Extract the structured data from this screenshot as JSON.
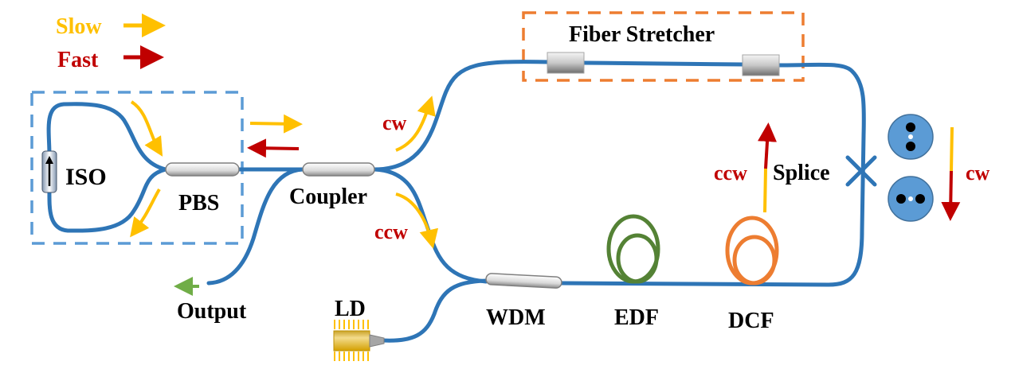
{
  "colors": {
    "fiber": "#2e75b6",
    "slow": "#ffc000",
    "fast": "#c00000",
    "output_arrow": "#70ad47",
    "edf": "#548235",
    "dcf": "#ed7d31",
    "cavity_box": "#5b9bd5",
    "stretcher_box": "#ed7d31",
    "fiber_section": "#5b9bd5",
    "text": "#000000",
    "ld_gold": "#e6b800"
  },
  "legend": {
    "slow_label": "Slow",
    "fast_label": "Fast"
  },
  "labels": {
    "iso": "ISO",
    "pbs": "PBS",
    "coupler": "Coupler",
    "output": "Output",
    "ld": "LD",
    "wdm": "WDM",
    "edf": "EDF",
    "dcf": "DCF",
    "fiber_stretcher": "Fiber Stretcher",
    "splice": "Splice",
    "cw_upper": "cw",
    "ccw_lower": "ccw",
    "ccw_splice": "ccw",
    "cw_splice": "cw"
  },
  "components": [
    {
      "id": "iso",
      "name": "Isolator",
      "icon": "isolator-icon"
    },
    {
      "id": "pbs",
      "name": "Polarization Beam Splitter",
      "icon": "coupler-icon"
    },
    {
      "id": "coupler",
      "name": "Coupler",
      "icon": "coupler-icon"
    },
    {
      "id": "wdm",
      "name": "WDM",
      "icon": "coupler-icon"
    },
    {
      "id": "edf",
      "name": "EDF",
      "icon": "fiber-coil-icon"
    },
    {
      "id": "dcf",
      "name": "DCF",
      "icon": "fiber-coil-icon"
    },
    {
      "id": "ld",
      "name": "Laser Diode",
      "icon": "laser-diode-icon"
    },
    {
      "id": "stretcher",
      "name": "Fiber Stretcher",
      "icon": "stretcher-block-icon"
    },
    {
      "id": "splice",
      "name": "Splice",
      "icon": "splice-x-icon"
    }
  ]
}
